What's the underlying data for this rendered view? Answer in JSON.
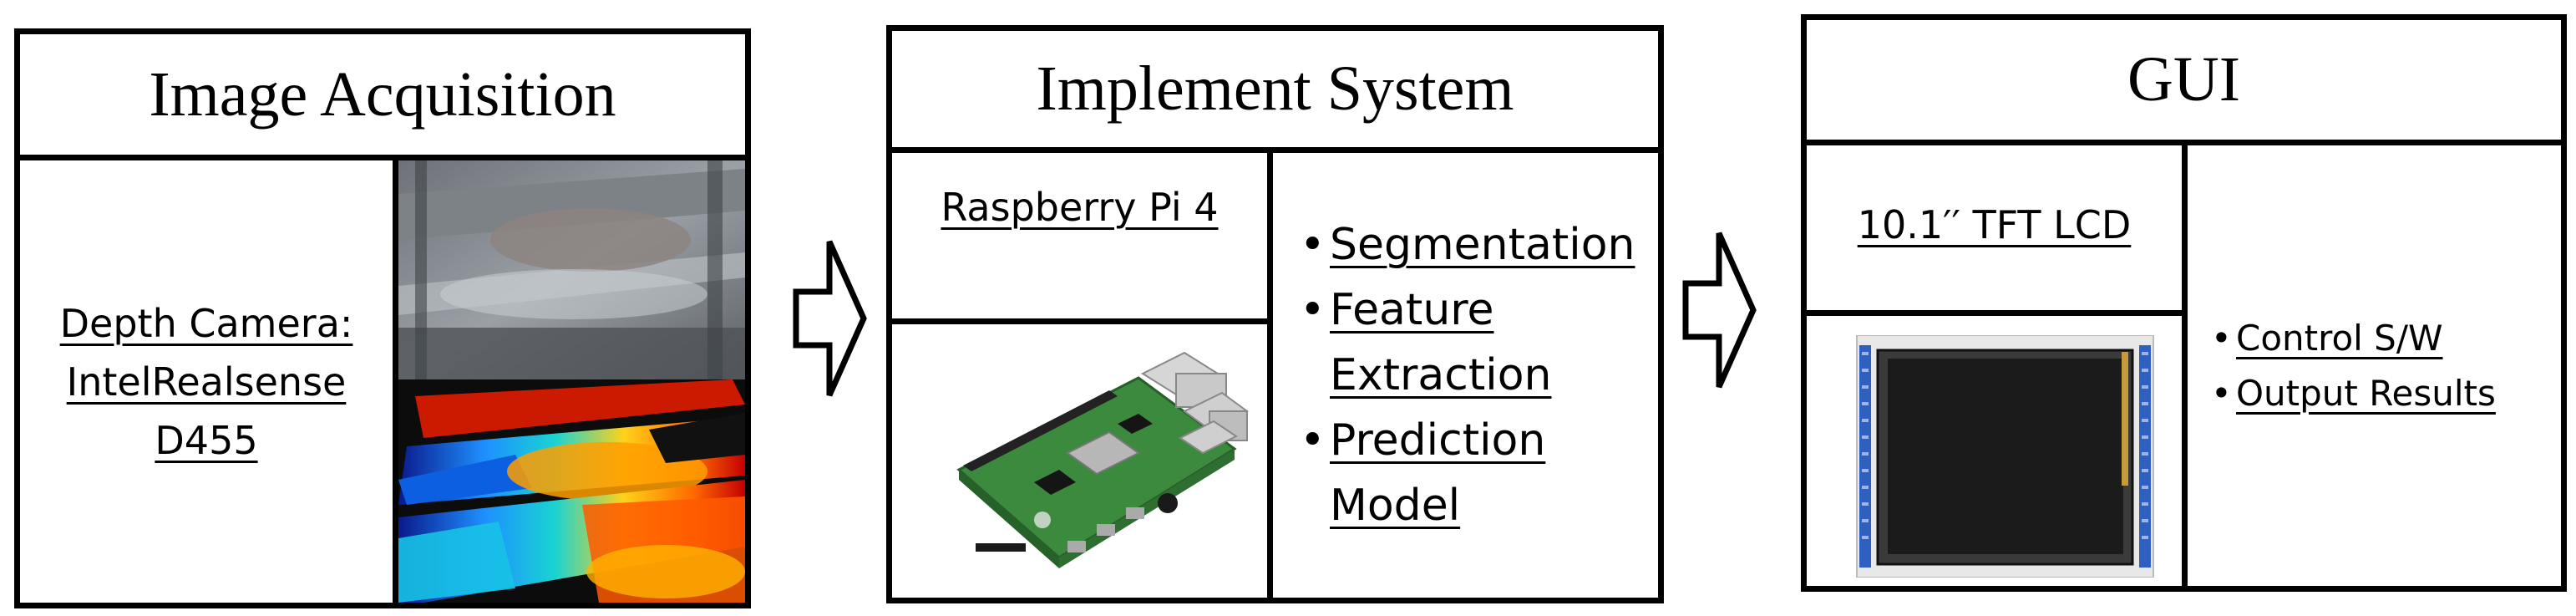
{
  "panels": {
    "acquisition": {
      "title": "Image Acquisition",
      "camera_label_lines": [
        "Depth Camera:",
        "IntelRealsense",
        "D455"
      ]
    },
    "system": {
      "title": "Implement System",
      "board_label": "Raspberry Pi 4",
      "bullets": [
        "Segmentation",
        "Feature Extraction",
        "Prediction Model"
      ],
      "bullet_lines": [
        [
          "Segmentation"
        ],
        [
          "Feature",
          "Extraction"
        ],
        [
          "Prediction",
          "Model"
        ]
      ]
    },
    "gui": {
      "title": "GUI",
      "display_label": "10.1′′ TFT LCD",
      "bullets": [
        "Control S/W",
        "Output Results"
      ]
    }
  },
  "bullet_symbol": "•",
  "colors": {
    "border": "#000000",
    "pcb_green": "#3c8a3e",
    "lcd_screen": "#1b1b1b",
    "lcd_pins": "#2f5fbf"
  }
}
